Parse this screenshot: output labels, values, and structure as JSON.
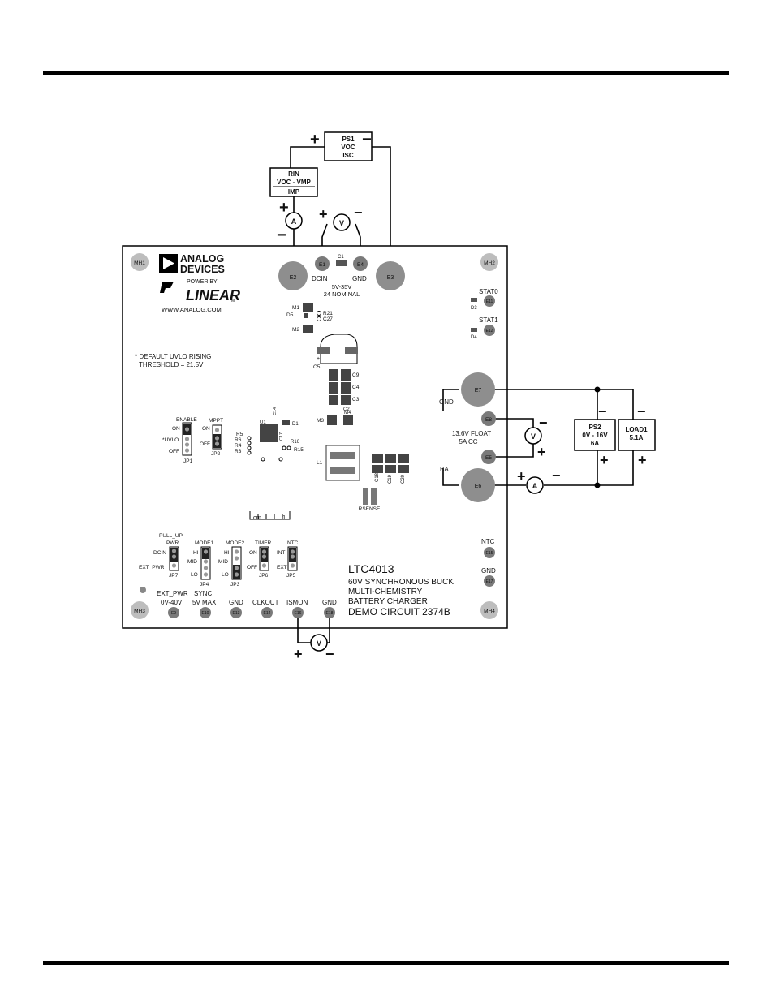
{
  "power_supply": {
    "ref": "PS1",
    "line1": "VOC",
    "line2": "ISC"
  },
  "source_resistor": {
    "line1": "RIN",
    "line2": "VOC - VMP",
    "line3": "IMP"
  },
  "meters": {
    "ammeter": "A",
    "voltmeter": "V"
  },
  "polarity": {
    "plus": "+",
    "minus": "−"
  },
  "logo": {
    "brand_line1": "ANALOG",
    "brand_line2": "DEVICES",
    "power_by": "POWER BY",
    "linear": "LINEAR",
    "tm": "TM",
    "website": "WWW.ANALOG.COM"
  },
  "mounting_holes": [
    "MH1",
    "MH2",
    "MH3",
    "MH4"
  ],
  "input_terminals": {
    "e1": "E1",
    "e2": "E2",
    "e3": "E3",
    "e4": "E4",
    "dcin": "DCIN",
    "gnd": "GND",
    "range": "5V-35V",
    "nominal": "24 NOMINAL",
    "c1": "C1"
  },
  "status": {
    "stat0": "STAT0",
    "stat1": "STAT1",
    "d3": "D3",
    "d4": "D4",
    "e11": "E11",
    "e12": "E12"
  },
  "components": {
    "m1": "M1",
    "m2": "M2",
    "m3": "M3",
    "m4": "M4",
    "d5": "D5",
    "r21": "R21",
    "c27": "C27",
    "c5": "C5",
    "c9": "C9",
    "c4": "C4",
    "c3": "C3",
    "c2": "C2",
    "l1": "L1",
    "u1": "U1",
    "d1": "D1",
    "c14": "C14",
    "c17": "C17",
    "r5": "R5",
    "r6": "R6",
    "r4": "R4",
    "r3": "R3",
    "r15": "R15",
    "r16": "R16",
    "c18": "C18",
    "c19": "C19",
    "c20": "C20",
    "rsense": "RSENSE"
  },
  "uvlo_note": {
    "line1": "* DEFAULT UVLO RISING",
    "line2": "THRESHOLD = 21.5V"
  },
  "jumpers": {
    "jp1": {
      "title": "ENABLE",
      "top": "ON",
      "mid": "*UVLO",
      "bottom": "OFF",
      "ref": "JP1"
    },
    "jp2": {
      "title": "MPPT",
      "top": "ON",
      "bottom": "OFF",
      "ref": "JP2"
    },
    "jp7": {
      "title1": "PULL_UP",
      "title2": "PWR",
      "top": "DCIN",
      "bottom": "EXT_PWR",
      "ref": "JP7"
    },
    "jp4": {
      "title": "MODE1",
      "top": "HI",
      "mid": "MID",
      "bottom": "LO",
      "ref": "JP4"
    },
    "jp3": {
      "title": "MODE2",
      "top": "HI",
      "mid": "MID",
      "bottom": "LO",
      "ref": "JP3"
    },
    "jp6": {
      "title": "TIMER",
      "top": "ON",
      "bottom": "OFF",
      "ref": "JP6"
    },
    "jp5": {
      "title": "NTC",
      "top": "INT",
      "bottom": "EXT",
      "ref": "JP5"
    }
  },
  "ruler": {
    "unit": "cm",
    "mark": "1"
  },
  "output": {
    "e7": "E7",
    "e8": "E8",
    "e5": "E5",
    "e6": "E6",
    "gnd": "GND",
    "bat": "BAT",
    "float": "13.6V FLOAT",
    "cc": "5A CC"
  },
  "ps2": {
    "ref": "PS2",
    "range": "0V - 16V",
    "current": "6A"
  },
  "load1": {
    "ref": "LOAD1",
    "current": "5.1A"
  },
  "board_title": {
    "part": "LTC4013",
    "line1": "60V SYNCHRONOUS BUCK",
    "line2": "MULTI-CHEMISTRY",
    "line3": "BATTERY CHARGER",
    "line4": "DEMO CIRCUIT 2374B"
  },
  "ntc_terminal": {
    "label": "NTC",
    "id": "E15"
  },
  "gnd_terminal": {
    "label": "GND",
    "id": "E17"
  },
  "bottom_terminals": {
    "ext_pwr": "EXT_PWR",
    "sync": "SYNC",
    "range": "0V-40V",
    "vmax": "5V MAX",
    "gnd1": "GND",
    "clkout": "CLKOUT",
    "ismon": "ISMON",
    "gnd2": "GND",
    "id1": "E9",
    "id2": "E10",
    "id3": "E13",
    "id4": "E14",
    "id5": "E16",
    "id6": "E18"
  }
}
